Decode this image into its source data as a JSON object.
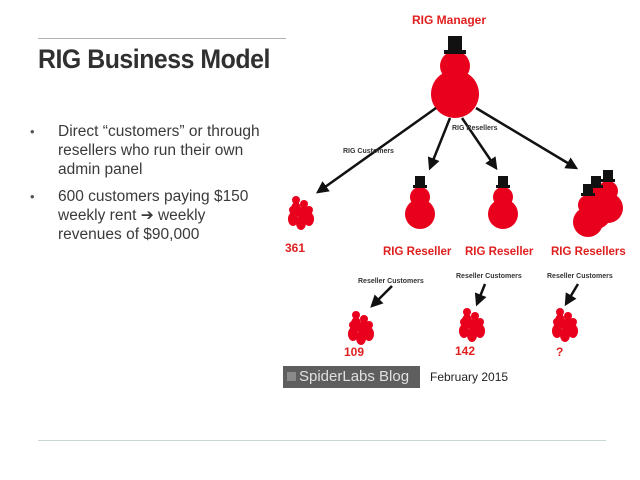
{
  "slide": {
    "title": "RIG Business Model",
    "bullets": [
      "Direct “customers” or through resellers who run their own admin panel",
      "600 customers paying $150 weekly rent ➔ weekly revenues of $90,000"
    ],
    "bullet_marker": "•"
  },
  "diagram": {
    "manager_label": "RIG Manager",
    "edge_labels": {
      "customers": "RIG Customers",
      "resellers": "RIG Resellers",
      "reseller_customers": "Reseller Customers"
    },
    "direct_customers_count": "361",
    "reseller_labels": [
      "RIG Reseller",
      "RIG Reseller",
      "RIG Resellers"
    ],
    "reseller_customer_counts": [
      "109",
      "142",
      "?"
    ]
  },
  "footer": {
    "blog_name": "SpiderLabs Blog",
    "date": "February 2015"
  },
  "colors": {
    "figure_red": "#e8001c",
    "label_red": "#e02020",
    "hat_black": "#111111",
    "caption_bg": "#5e5e5e"
  },
  "icons": {
    "manager": "top-hat-figure-icon",
    "reseller": "top-hat-figure-icon",
    "customer_group": "people-group-icon"
  }
}
